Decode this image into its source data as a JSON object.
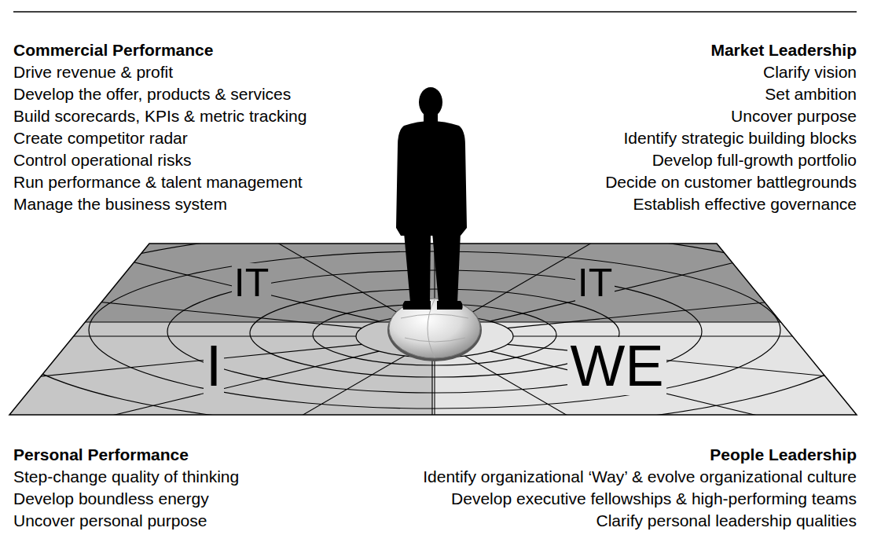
{
  "diagram": {
    "labels": [
      "Commercial Performance",
      "Drive revenue & profit",
      "Develop the offer, products & services",
      "Build scorecards, KPIs & metric tracking",
      "Create competitor radar",
      "Control operational risks",
      "Run performance & talent management",
      "Manage the business system",
      "Market Leadership",
      "Clarify vision",
      "Set ambition",
      "Uncover purpose",
      "Identify strategic building blocks",
      "Develop full-growth portfolio",
      "Decide on customer battlegrounds",
      "Establish effective governance",
      "IT",
      "IT",
      "I",
      "WE",
      "Personal Performance",
      "Step-change quality of thinking",
      "Develop boundless energy",
      "Uncover personal purpose",
      "People Leadership",
      "Identify organizational ‘Way’ & evolve organizational culture",
      "Develop executive fellowships & high-performing teams",
      "Clarify personal leadership qualities"
    ]
  }
}
